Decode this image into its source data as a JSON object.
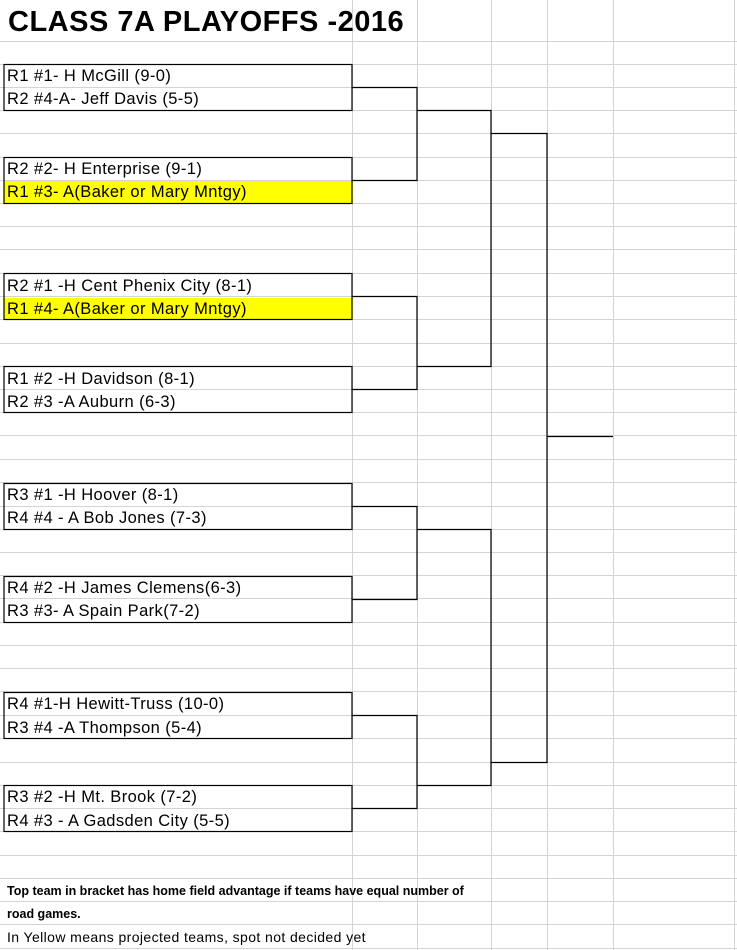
{
  "title": "CLASS 7A PLAYOFFS -2016",
  "colors": {
    "highlight": "#ffff00",
    "grid": "#d4d4d4",
    "lines": "#000000"
  },
  "matchups": [
    {
      "top": "R1 #1- H McGill (9-0)",
      "bottom": "R2 #4-A- Jeff Davis (5-5)",
      "top_projected": false,
      "bottom_projected": false
    },
    {
      "top": "R2 #2- H Enterprise (9-1)",
      "bottom": "R1 #3- A(Baker or Mary Mntgy)",
      "top_projected": false,
      "bottom_projected": true
    },
    {
      "top": "R2 #1 -H Cent Phenix City (8-1)",
      "bottom": "R1 #4- A(Baker or Mary Mntgy)",
      "top_projected": false,
      "bottom_projected": true
    },
    {
      "top": "R1 #2 -H Davidson (8-1)",
      "bottom": "R2 #3 -A Auburn (6-3)",
      "top_projected": false,
      "bottom_projected": false
    },
    {
      "top": "R3 #1 -H Hoover (8-1)",
      "bottom": "R4 #4 - A Bob Jones (7-3)",
      "top_projected": false,
      "bottom_projected": false
    },
    {
      "top": "R4 #2 -H James Clemens(6-3)",
      "bottom": "R3 #3- A Spain Park(7-2)",
      "top_projected": false,
      "bottom_projected": false
    },
    {
      "top": "R4 #1-H Hewitt-Truss (10-0)",
      "bottom": "R3 #4 -A Thompson (5-4)",
      "top_projected": false,
      "bottom_projected": false
    },
    {
      "top": "R3 #2 -H Mt. Brook (7-2)",
      "bottom": "R4 #3 - A Gadsden City (5-5)",
      "top_projected": false,
      "bottom_projected": false
    }
  ],
  "notes": {
    "line1": "Top team in bracket has home field advantage if teams have equal  number of",
    "line2": "road games.",
    "line3": "In Yellow means projected  teams, spot not decided yet"
  }
}
